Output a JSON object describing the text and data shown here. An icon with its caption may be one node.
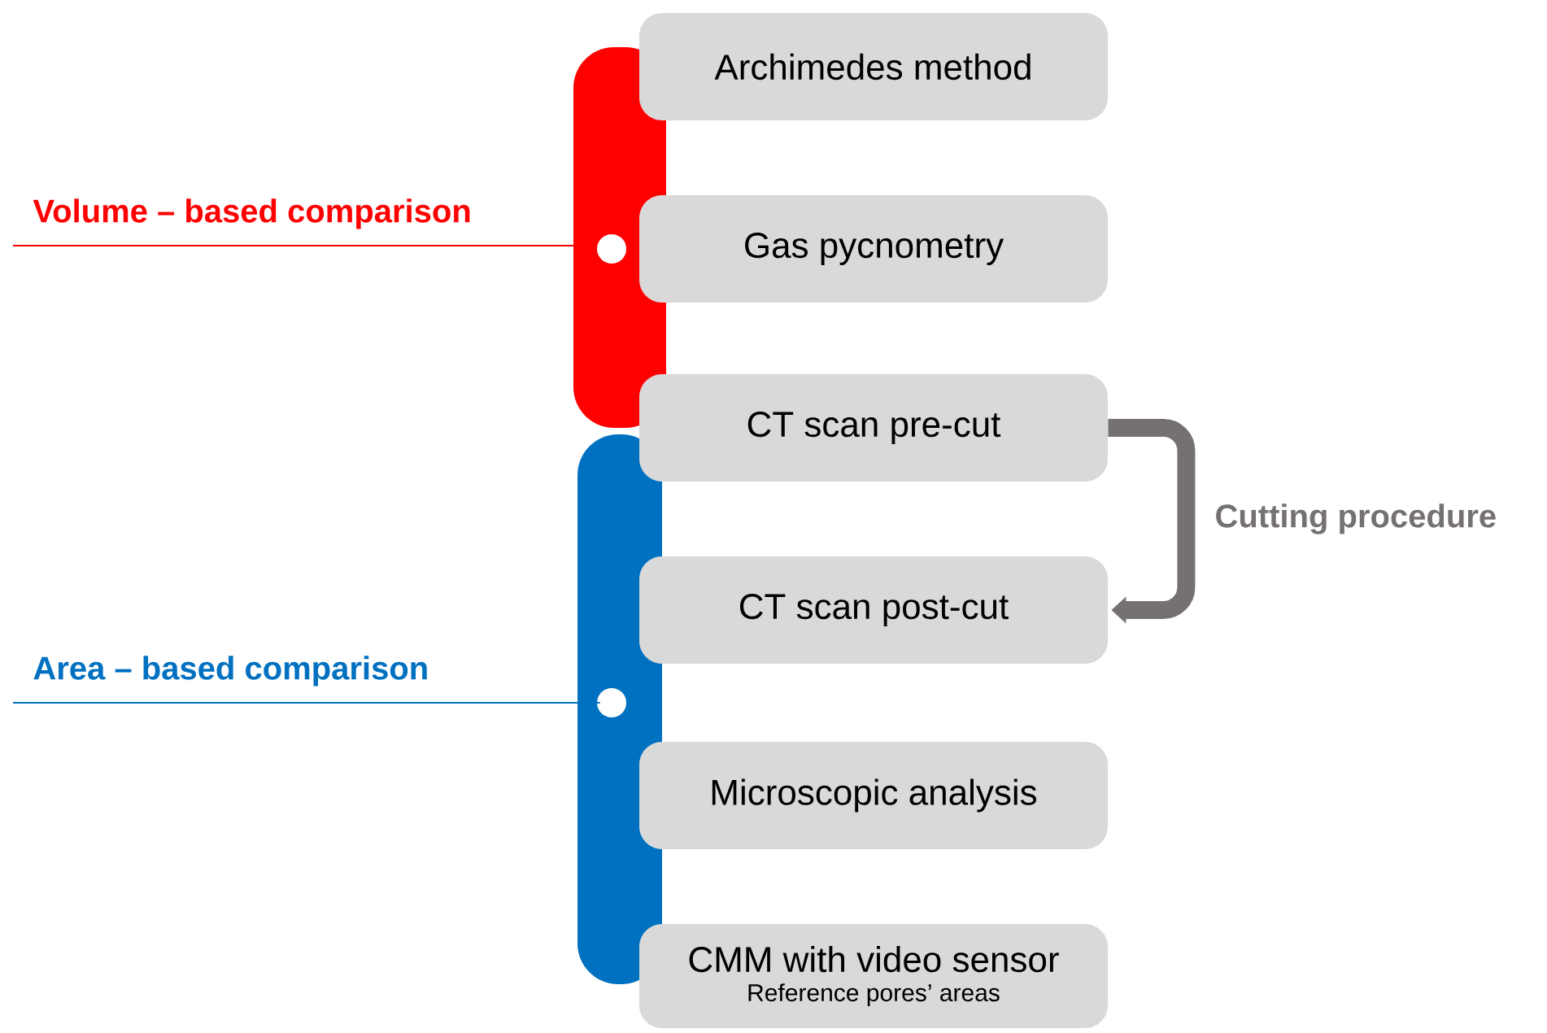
{
  "diagram": {
    "nodes": [
      {
        "text": [
          "Volume – based comparison"
        ]
      },
      {
        "text": [
          "Area – based comparison"
        ]
      },
      {
        "text": [],
        "shape": "bar"
      },
      {
        "text": [],
        "shape": "bar"
      },
      {
        "text": [
          "Archimedes method"
        ]
      },
      {
        "text": [
          "Gas pycnometry"
        ]
      },
      {
        "text": [
          "CT scan pre-cut"
        ]
      },
      {
        "text": [
          "CT scan post-cut"
        ]
      },
      {
        "text": [
          "Microscopic analysis"
        ]
      },
      {
        "text": [
          "CMM with video sensor",
          "Reference pores’ areas"
        ]
      }
    ],
    "edges": [
      {
        "from": 0,
        "to": 2,
        "arrow": "none",
        "color": "#ff0000"
      },
      {
        "from": 1,
        "to": 3,
        "arrow": "none",
        "color": "#0070c0"
      },
      {
        "from": 6,
        "to": 7,
        "arrow": "to",
        "label": "Cutting procedure",
        "style": "thick",
        "color": "#767171"
      }
    ]
  }
}
